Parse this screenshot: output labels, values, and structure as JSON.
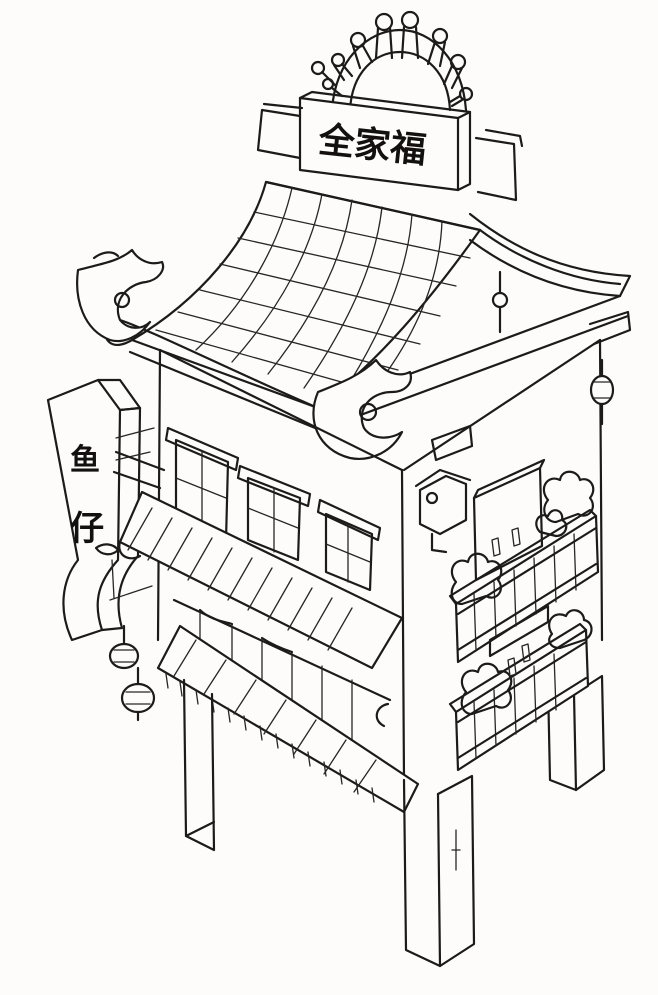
{
  "top_sign": {
    "text": "全家福"
  },
  "side_sign": {
    "chars": [
      "鱼",
      "仔"
    ]
  },
  "colors": {
    "ink": "#1e1a1a",
    "paper": "#fdfcfb"
  }
}
